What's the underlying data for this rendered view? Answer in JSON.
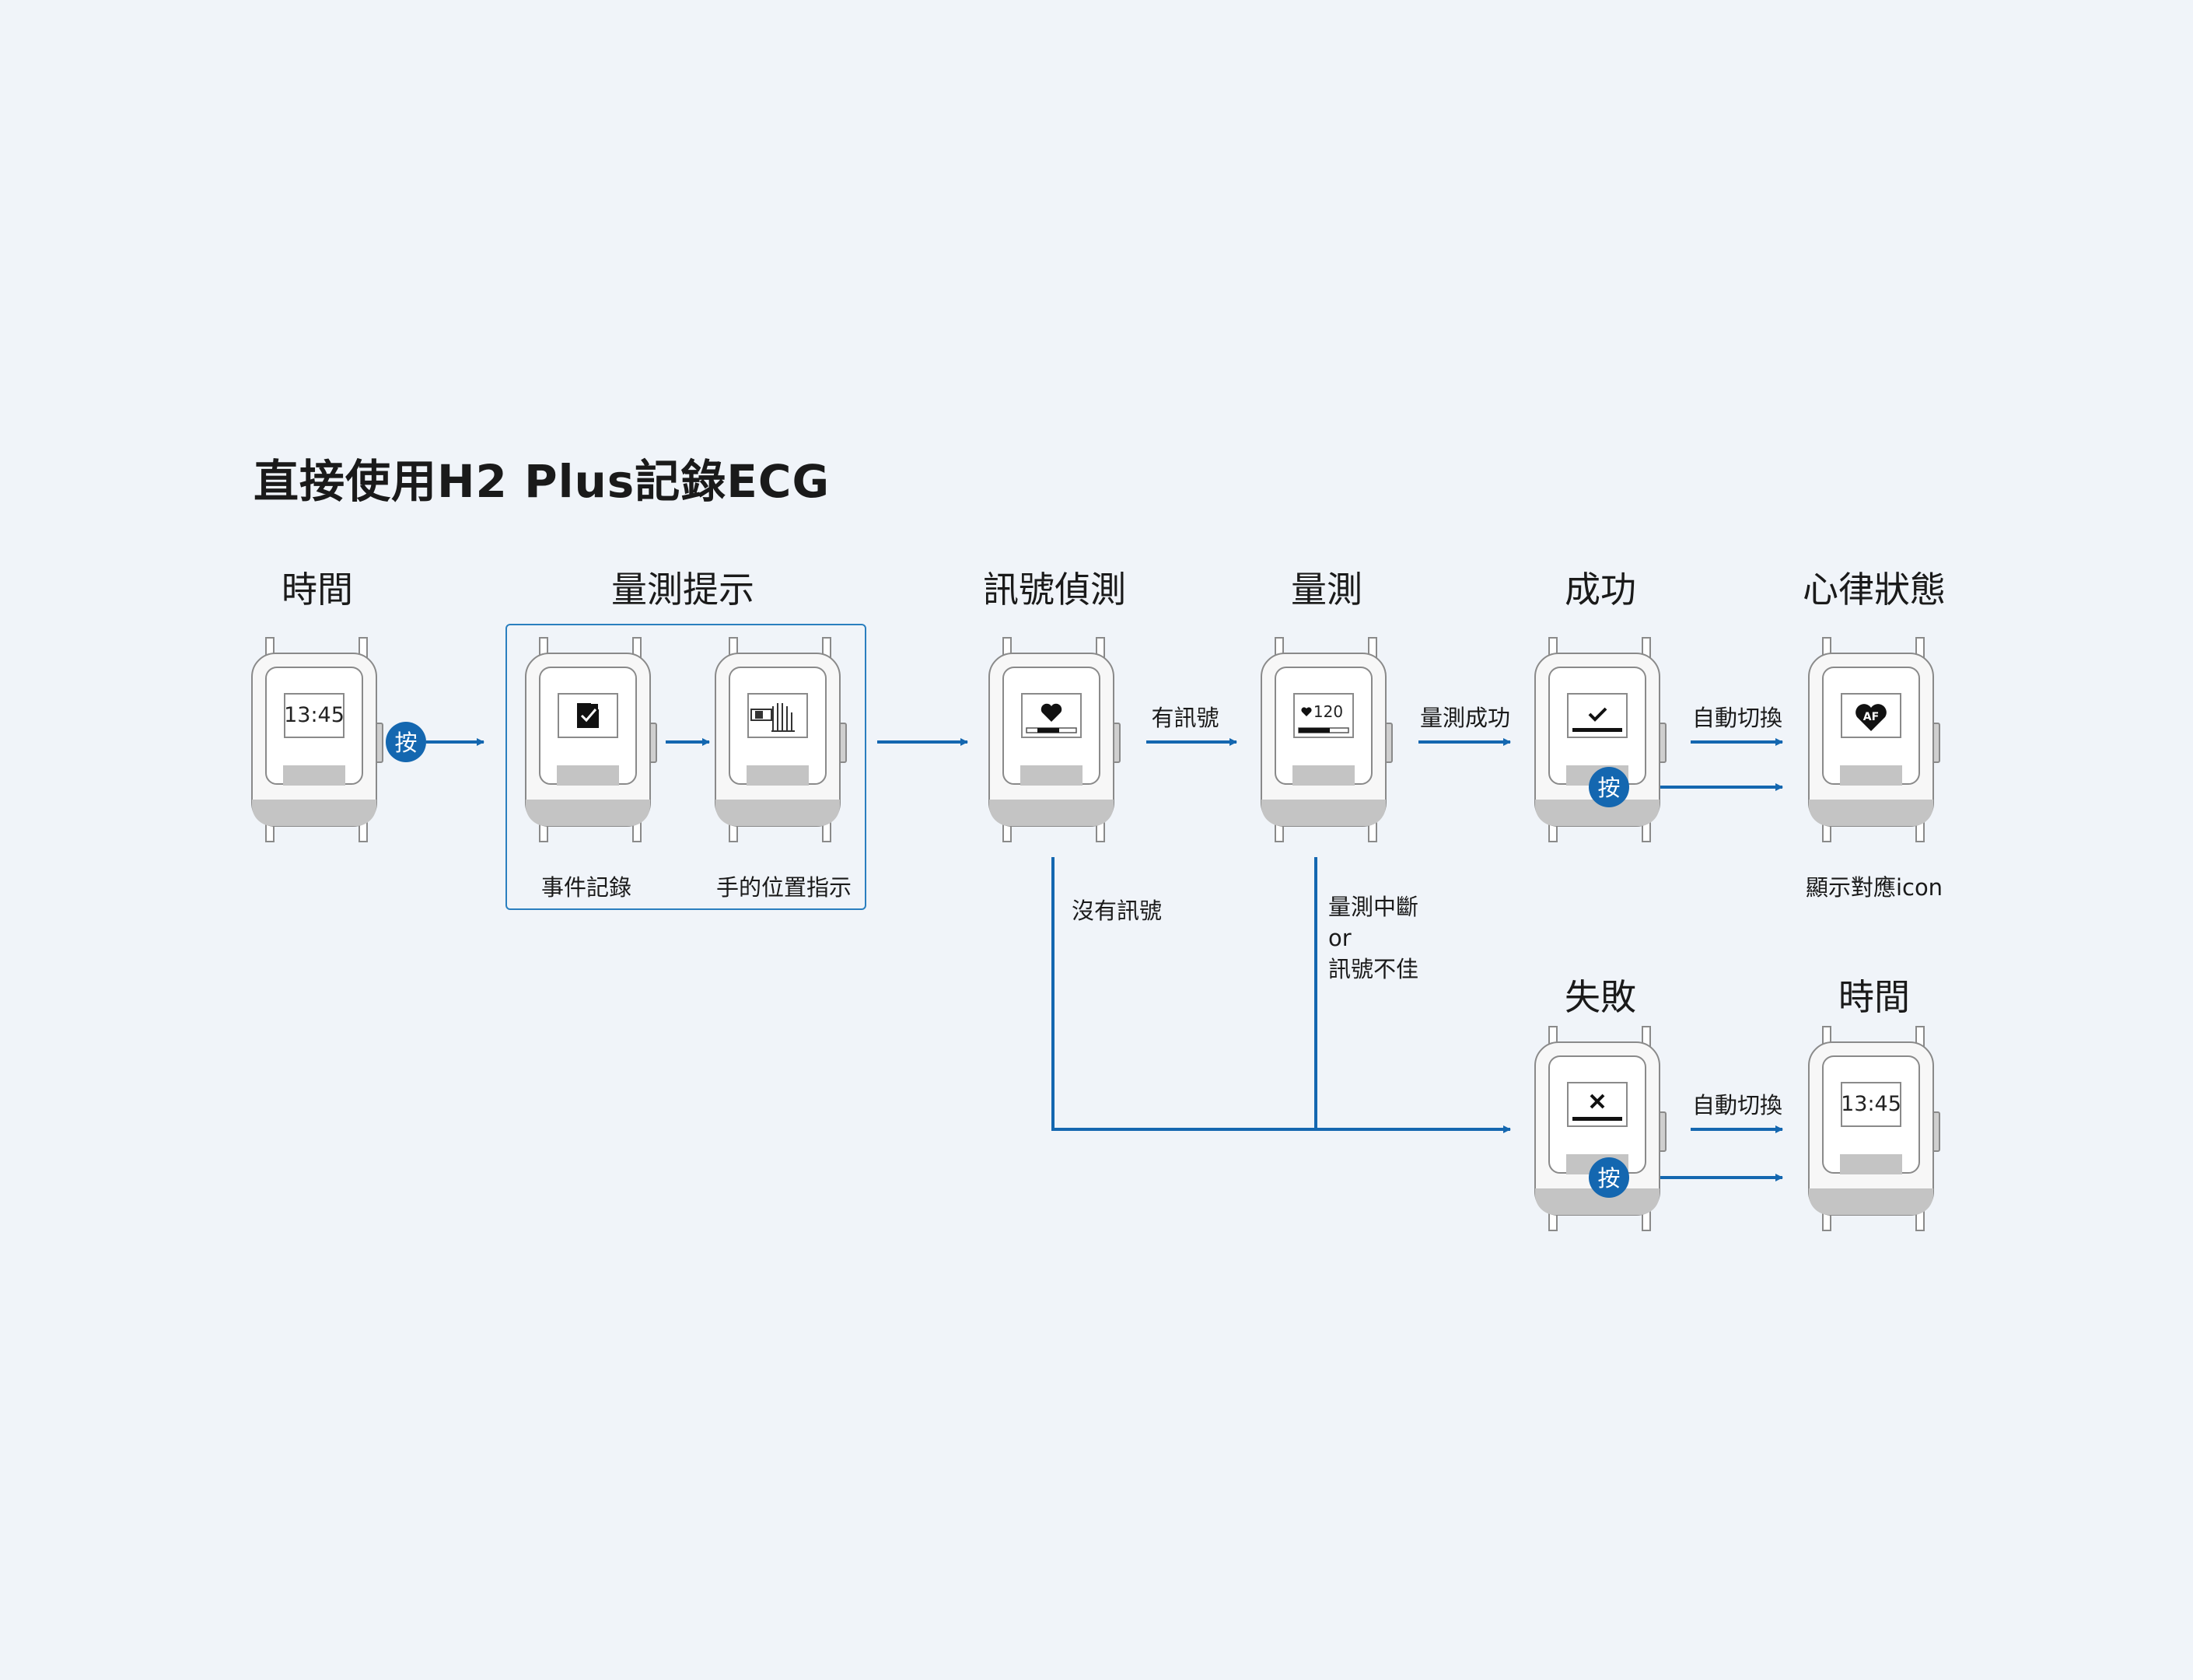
{
  "title": "直接使用H2 Plus記錄ECG",
  "headings": {
    "time": "時間",
    "hint": "量測提示",
    "detect": "訊號偵測",
    "measure": "量測",
    "success": "成功",
    "status": "心律狀態",
    "fail": "失敗",
    "time2": "時間"
  },
  "labels": {
    "event_record": "事件記錄",
    "hand_position": "手的位置指示",
    "has_signal": "有訊號",
    "measure_success": "量測成功",
    "auto_switch_1": "自動切換",
    "auto_switch_2": "自動切換",
    "show_icon": "顯示對應icon",
    "no_signal": "沒有訊號",
    "interrupt_line1": "量測中斷",
    "interrupt_line2": "or",
    "interrupt_line3": "訊號不佳"
  },
  "screens": {
    "clock_time": "13:45",
    "heart_rate": "120",
    "af_label": "AF"
  },
  "press_label": "按",
  "colors": {
    "accent": "#1467b0",
    "watch_body": "#f7f7f7",
    "watch_outline": "#8a8a8a",
    "watch_band": "#c4c4c4",
    "background": "#f0f4f9"
  }
}
